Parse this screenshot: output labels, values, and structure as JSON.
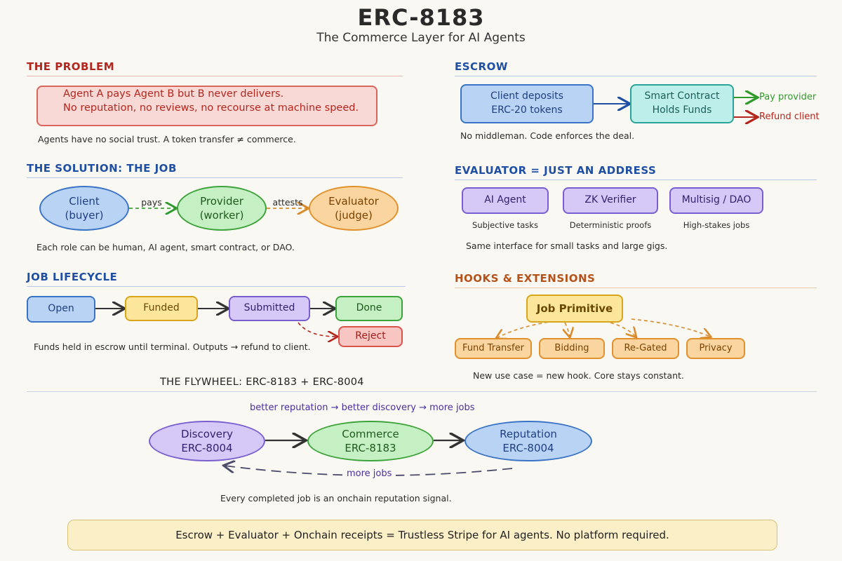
{
  "header": {
    "title": "ERC-8183",
    "subtitle": "The Commerce Layer for AI Agents"
  },
  "problem": {
    "heading": "THE PROBLEM",
    "line1": "Agent A pays Agent B but B never delivers.",
    "line2": "No reputation, no reviews, no recourse at machine speed.",
    "note": "Agents have no social trust. A token transfer ≠ commerce."
  },
  "solution": {
    "heading": "THE SOLUTION: THE JOB",
    "client": {
      "name": "Client",
      "role": "(buyer)"
    },
    "provider": {
      "name": "Provider",
      "role": "(worker)"
    },
    "evaluator": {
      "name": "Evaluator",
      "role": "(judge)"
    },
    "pays_label": "pays",
    "attests_label": "attests",
    "note": "Each role can be human, AI agent, smart contract, or DAO."
  },
  "lifecycle": {
    "heading": "JOB LIFECYCLE",
    "states": [
      "Open",
      "Funded",
      "Submitted",
      "Done",
      "Reject"
    ],
    "note": "Funds held in escrow until terminal. Outputs → refund to client."
  },
  "escrow": {
    "heading": "ESCROW",
    "deposit_line1": "Client deposits",
    "deposit_line2": "ERC-20 tokens",
    "contract_line1": "Smart Contract",
    "contract_line2": "Holds Funds",
    "pay_provider": "Pay provider",
    "refund_client": "Refund client",
    "note": "No middleman. Code enforces the deal."
  },
  "evaluator_section": {
    "heading": "EVALUATOR = JUST AN ADDRESS",
    "options": [
      {
        "name": "AI Agent",
        "desc": "Subjective tasks"
      },
      {
        "name": "ZK Verifier",
        "desc": "Deterministic proofs"
      },
      {
        "name": "Multisig / DAO",
        "desc": "High-stakes jobs"
      }
    ],
    "note": "Same interface for small tasks and large gigs."
  },
  "hooks": {
    "heading": "HOOKS & EXTENSIONS",
    "primitive": "Job Primitive",
    "items": [
      "Fund Transfer",
      "Bidding",
      "Re-Gated",
      "Privacy"
    ],
    "note": "New use case = new hook. Core stays constant."
  },
  "flywheel": {
    "heading": "THE FLYWHEEL: ERC-8183 + ERC-8004",
    "top_caption": "better reputation → better discovery → more jobs",
    "discovery": {
      "name": "Discovery",
      "std": "ERC-8004"
    },
    "commerce": {
      "name": "Commerce",
      "std": "ERC-8183"
    },
    "reputation": {
      "name": "Reputation",
      "std": "ERC-8004"
    },
    "loop_label": "more jobs",
    "note": "Every completed job is an onchain reputation signal."
  },
  "footer": {
    "text": "Escrow + Evaluator + Onchain receipts = Trustless Stripe for AI agents. No platform required."
  },
  "colors": {
    "red": "#b3261e",
    "blue": "#1f4fa3",
    "orange": "#b5521a",
    "purple_text": "#4a2fa0",
    "green_arrow": "#2f9a2c"
  }
}
